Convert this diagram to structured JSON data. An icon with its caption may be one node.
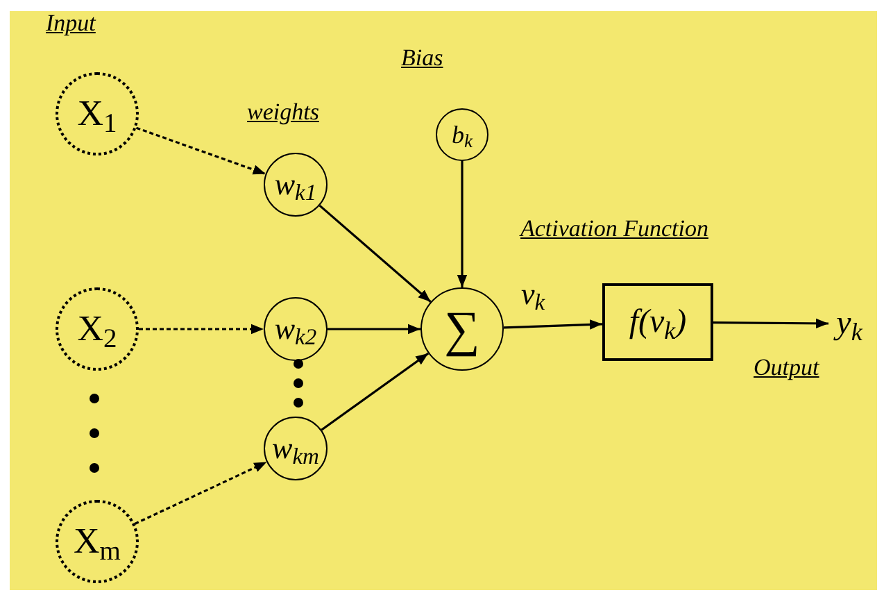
{
  "diagram": {
    "nodes": [
      {
        "text": [
          "X$_{1}$"
        ]
      },
      {
        "text": [
          "X$_{2}$"
        ]
      },
      {
        "text": [
          "X$_{m}$"
        ]
      },
      {
        "text": [
          "w$_{k1}$"
        ]
      },
      {
        "text": [
          "w$_{k2}$"
        ]
      },
      {
        "text": [
          "w$_{km}$"
        ]
      },
      {
        "text": [
          "b$_{k}$"
        ]
      },
      {
        "text": [
          "∑"
        ]
      },
      {
        "text": [
          "f(v$_{k}$)"
        ]
      },
      {
        "text": [
          "y$_{k}$"
        ]
      }
    ],
    "edges": [
      {
        "from": 0,
        "to": 3,
        "arrow": "to",
        "style": "dashed"
      },
      {
        "from": 1,
        "to": 4,
        "arrow": "to",
        "style": "dashed"
      },
      {
        "from": 2,
        "to": 5,
        "arrow": "to",
        "style": "dashed"
      },
      {
        "from": 3,
        "to": 7,
        "arrow": "to"
      },
      {
        "from": 4,
        "to": 7,
        "arrow": "to"
      },
      {
        "from": 5,
        "to": 7,
        "arrow": "to"
      },
      {
        "from": 6,
        "to": 7,
        "arrow": "to"
      },
      {
        "from": 7,
        "to": 8,
        "arrow": "to",
        "label": "v$_{k}$"
      },
      {
        "from": 8,
        "to": 9,
        "arrow": "to"
      }
    ],
    "labels": [
      "Input",
      "weights",
      "Bias",
      "Activation Function",
      "Output"
    ]
  }
}
